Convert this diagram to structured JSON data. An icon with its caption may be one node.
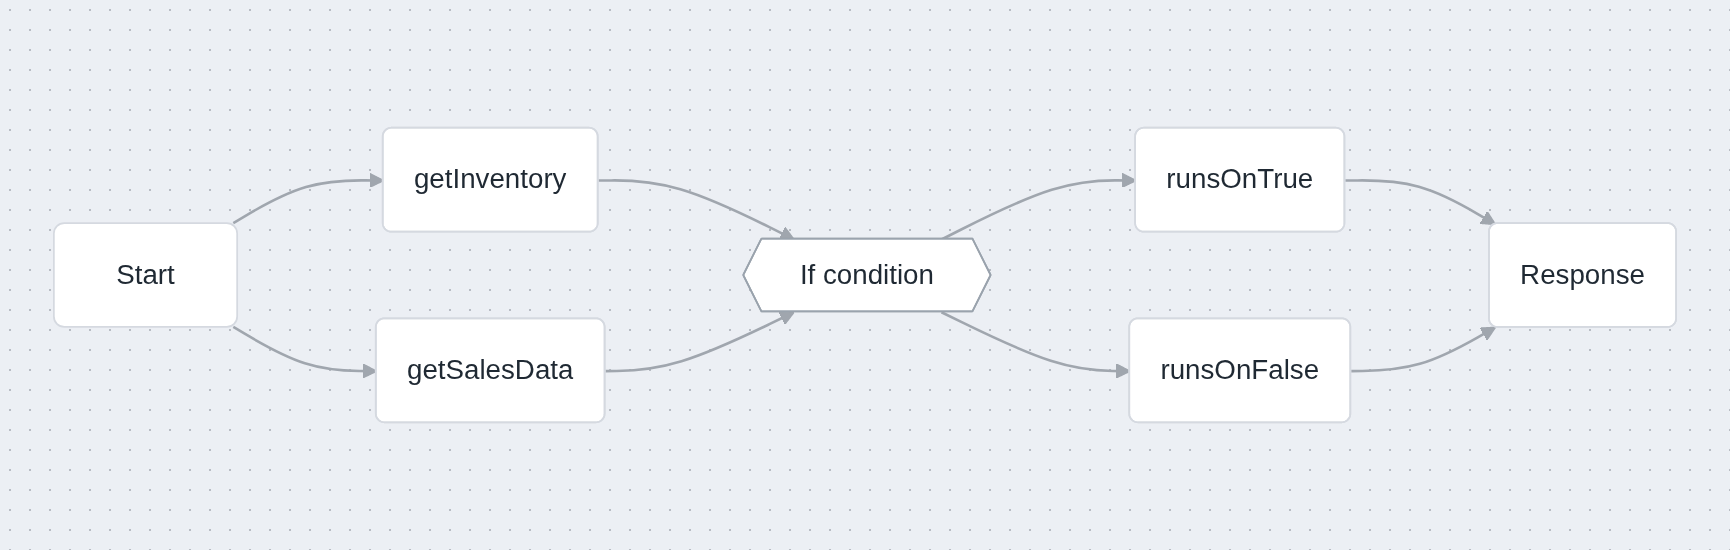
{
  "diagram": {
    "nodes": [
      {
        "text": [
          "Start"
        ]
      },
      {
        "text": [
          "getInventory"
        ]
      },
      {
        "text": [
          "getSalesData"
        ]
      },
      {
        "text": [
          "If condition"
        ]
      },
      {
        "text": [
          "runsOnTrue"
        ]
      },
      {
        "text": [
          "runsOnFalse"
        ]
      },
      {
        "text": [
          "Response"
        ]
      }
    ],
    "edges": [
      {
        "from": 0,
        "to": 1,
        "arrow": "to"
      },
      {
        "from": 0,
        "to": 2,
        "arrow": "to"
      },
      {
        "from": 1,
        "to": 3,
        "arrow": "to"
      },
      {
        "from": 2,
        "to": 3,
        "arrow": "to"
      },
      {
        "from": 3,
        "to": 4,
        "arrow": "to"
      },
      {
        "from": 3,
        "to": 5,
        "arrow": "to"
      },
      {
        "from": 4,
        "to": 6,
        "arrow": "to"
      },
      {
        "from": 5,
        "to": 6,
        "arrow": "to"
      }
    ]
  }
}
